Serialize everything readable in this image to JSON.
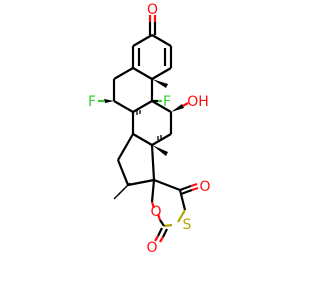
{
  "atom_labels": {
    "o_ketone": "O",
    "f_left": "F",
    "f_ring": "F",
    "oh": "OH",
    "o_lactone_top": "O",
    "o_ring": "O",
    "s_ring": "S",
    "o_carbonyl_bottom": "O"
  },
  "colors": {
    "bond": "#000000",
    "oxygen": "#ff0d0d",
    "fluorine": "#33cc33",
    "sulfur": "#b3a500"
  }
}
